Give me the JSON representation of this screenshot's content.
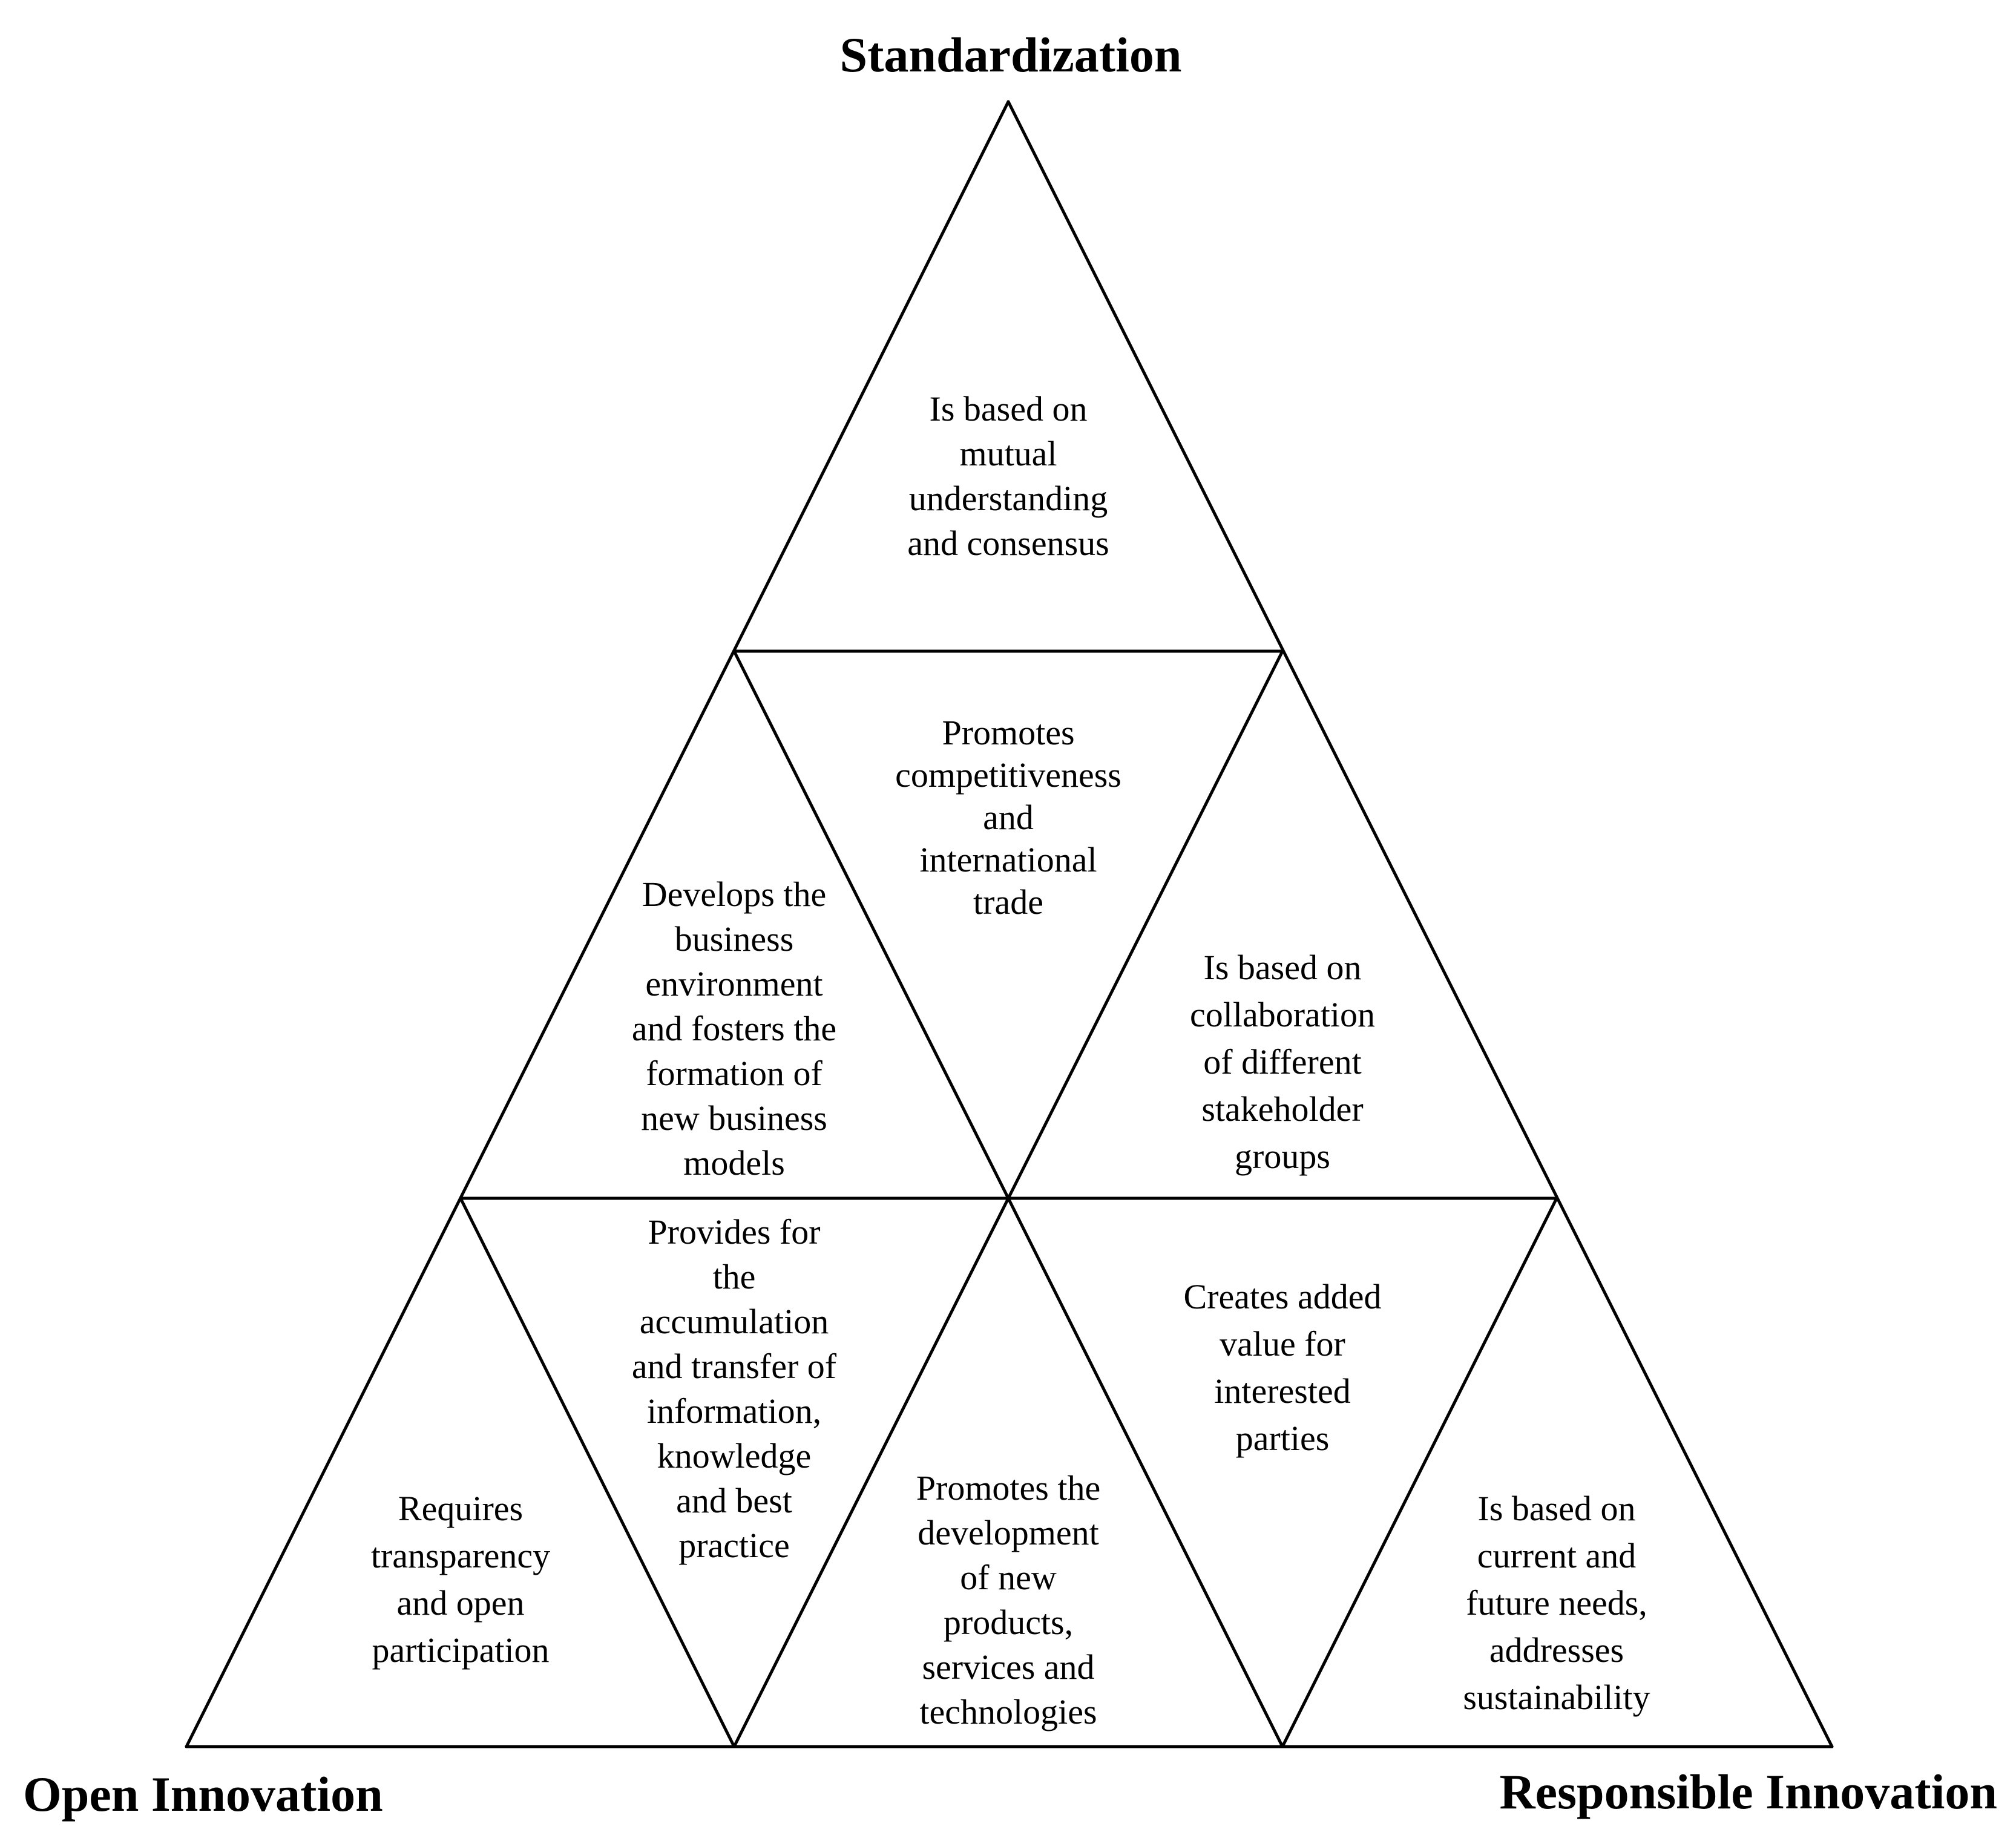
{
  "corners": {
    "top": "Standardization",
    "bottom_left": "Open Innovation",
    "bottom_right": "Responsible Innovation"
  },
  "cells": {
    "top": [
      "Is based on",
      "mutual",
      "understanding",
      "and consensus"
    ],
    "middle_left": [
      "Develops the",
      "business",
      "environment",
      "and fosters the",
      "formation of",
      "new business",
      "models"
    ],
    "middle_center": [
      "Promotes",
      "competitiveness",
      "and",
      "international",
      "trade"
    ],
    "middle_right": [
      "Is based on",
      "collaboration",
      "of different",
      "stakeholder",
      "groups"
    ],
    "bottom_1": [
      "Requires",
      "transparency",
      "and open",
      "participation"
    ],
    "bottom_2": [
      "Provides for",
      "the",
      "accumulation",
      "and transfer of",
      "information,",
      "knowledge",
      "and best",
      "practice"
    ],
    "bottom_3": [
      "Promotes the",
      "development",
      "of new",
      "products,",
      "services and",
      "technologies"
    ],
    "bottom_4": [
      "Creates added",
      "value for",
      "interested",
      "parties"
    ],
    "bottom_5": [
      "Is based on",
      "current and",
      "future needs,",
      "addresses",
      "sustainability"
    ]
  }
}
